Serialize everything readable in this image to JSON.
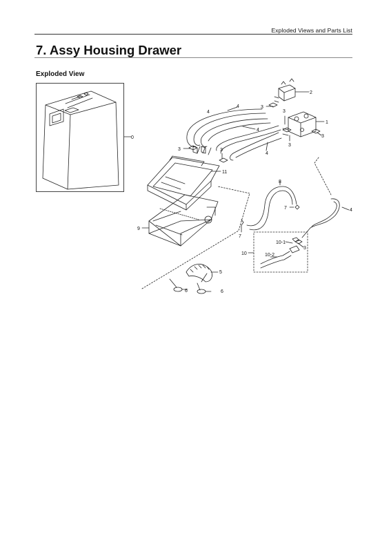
{
  "header": {
    "running_title": "Exploded Views and Parts List"
  },
  "chapter": {
    "title": "7.  Assy Housing Drawer"
  },
  "section": {
    "label": "Exploded View"
  },
  "callouts": {
    "overall_assembly": "0",
    "valve_top": "2",
    "valve_main": "1",
    "clamp": "3",
    "hose": "4",
    "nozzle_hose": "5",
    "clip": "6",
    "clip_small": "7",
    "drain_hose": "8",
    "drawer": "9",
    "subassy": "10",
    "subassy_a": "10-1",
    "subassy_b": "10-2",
    "housing": "11"
  }
}
